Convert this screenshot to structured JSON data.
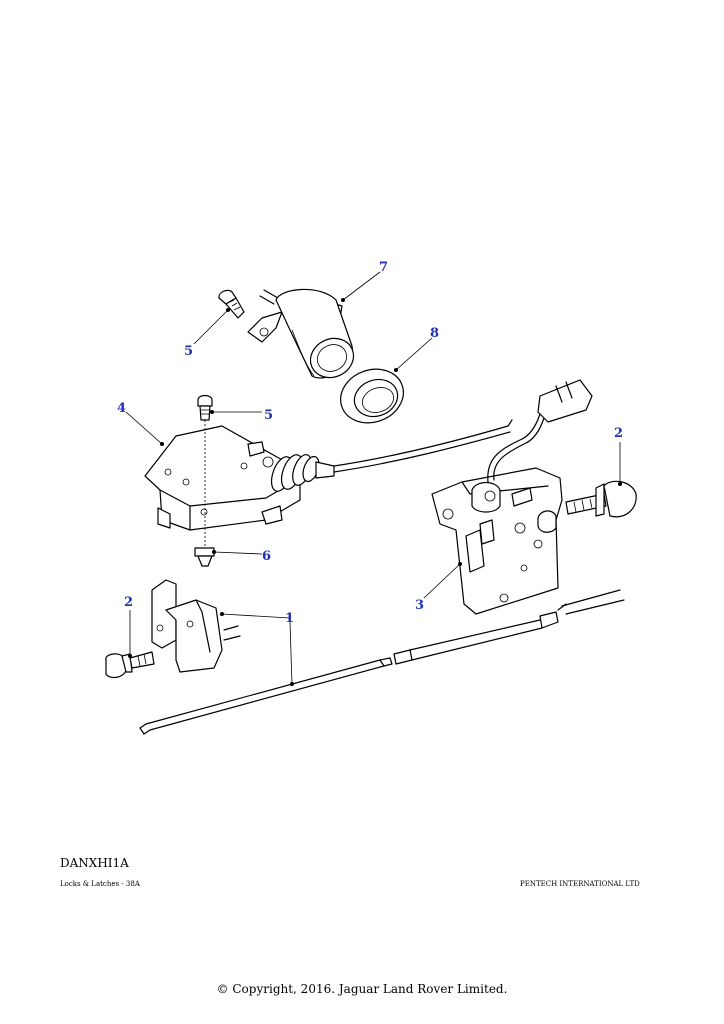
{
  "diagram": {
    "callouts": [
      "7",
      "5",
      "8",
      "4",
      "5",
      "2",
      "6",
      "3",
      "2",
      "1"
    ]
  },
  "footer": {
    "code": "DANXHI1A",
    "left": "Locks & Latches - 38A",
    "right": "PENTECH INTERNATIONAL LTD",
    "copyright": "© Copyright, 2016. Jaguar Land Rover Limited."
  }
}
